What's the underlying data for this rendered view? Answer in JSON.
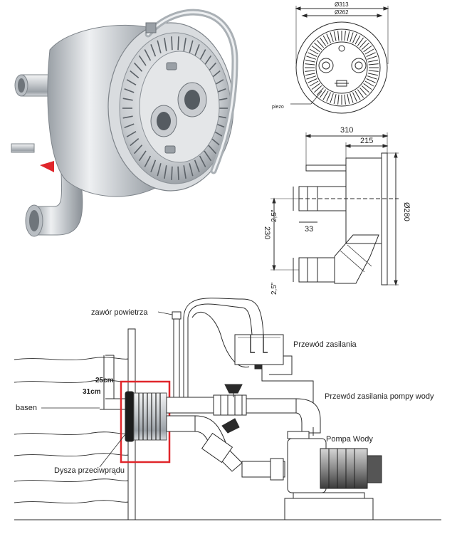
{
  "front_view": {
    "outer_diameter": "Ø313",
    "inner_diameter": "Ø262",
    "piezo_label": "piezo"
  },
  "side_view": {
    "total_depth": "310",
    "body_depth": "215",
    "height_dim": "Ø280",
    "offset_230": "230",
    "pipe_33": "33",
    "thread_top": "2,5\"",
    "thread_bottom": "2,5\""
  },
  "install": {
    "air_valve": "zawór powietrza",
    "power_cable": "Przewód zasilania",
    "pump_power_cable": "Przewód zasilania pompy wody",
    "pump": "Pompa Wody",
    "pool": "basen",
    "nozzle": "Dysza przeciwprądu",
    "depth_25": "25cm",
    "depth_31": "31cm"
  },
  "colors": {
    "highlight": "#e0262b",
    "red_marker": "#e0262b",
    "steel": "#c9ccd0",
    "line": "#2a2a2a"
  }
}
